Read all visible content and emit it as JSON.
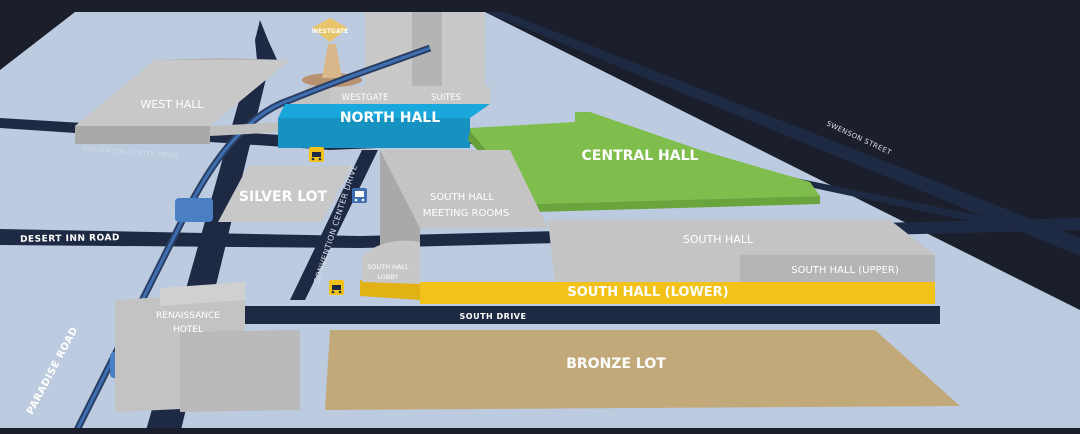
{
  "colors": {
    "ground": "#bccbe0",
    "road": "#1e2a44",
    "north_hall": "#1aa7dc",
    "central_hall": "#7fbe4c",
    "south_hall_lower": "#f3c218",
    "bronze_lot": "#c2a97a",
    "building": "#c8c8c8",
    "monorail": "#3e6fb3"
  },
  "labels": {
    "westgate_sign": "WESTGATE",
    "west_hall": "WEST HALL",
    "westgate": "WESTGATE",
    "suites": "SUITES",
    "north_hall": "NORTH HALL",
    "central_hall": "CENTRAL HALL",
    "silver_lot": "SILVER LOT",
    "south_hall_meeting_rooms_1": "SOUTH HALL",
    "south_hall_meeting_rooms_2": "MEETING ROOMS",
    "south_hall": "SOUTH HALL",
    "south_hall_upper": "SOUTH HALL (UPPER)",
    "south_hall_lower": "SOUTH HALL (LOWER)",
    "south_hall_lobby_1": "SOUTH HALL",
    "south_hall_lobby_2": "LOBBY",
    "renaissance_1": "RENAISSANCE",
    "renaissance_2": "HOTEL",
    "bronze_lot": "BRONZE LOT"
  },
  "roads": {
    "convention_center_drive_h": "CONVENTION CENTER DRIVE",
    "convention_center_drive_v": "CONVENTION CENTER DRIVE",
    "desert_inn_road": "DESERT INN ROAD",
    "paradise_road": "PARADISE ROAD",
    "south_drive": "SOUTH DRIVE",
    "swenson_street": "SWENSON STREET"
  },
  "icons": [
    "taxi-icon",
    "bus-icon",
    "taxi-icon"
  ]
}
